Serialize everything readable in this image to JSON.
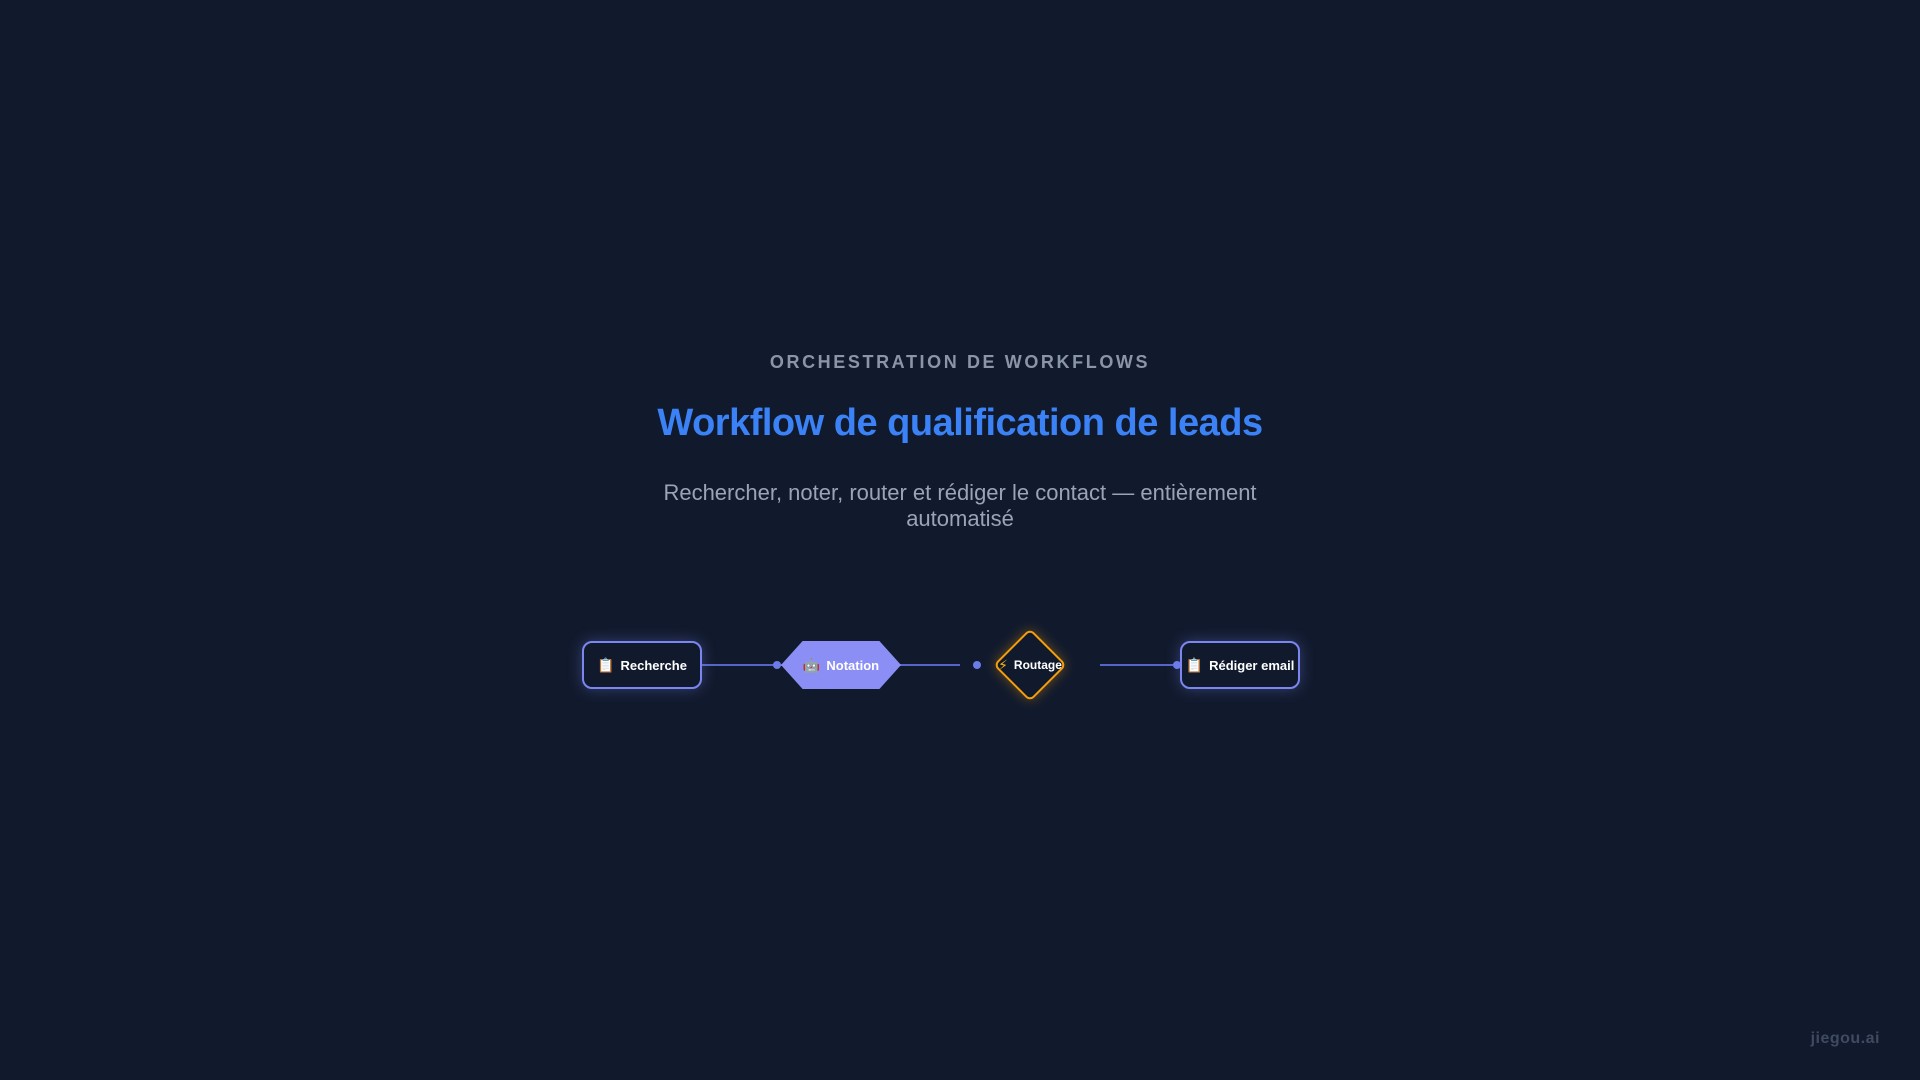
{
  "header": {
    "eyebrow": "ORCHESTRATION DE WORKFLOWS",
    "title": "Workflow de qualification de leads",
    "subtitle": "Rechercher, noter, router et rédiger le contact — entièrement automatisé"
  },
  "workflow": {
    "nodes": [
      {
        "label": "Recherche",
        "icon": "clipboard-icon",
        "shape": "rounded-rectangle"
      },
      {
        "label": "Notation",
        "icon": "robot-icon",
        "shape": "hexagon"
      },
      {
        "label": "Routage",
        "icon": "lightning-icon",
        "shape": "diamond"
      },
      {
        "label": "Rédiger email",
        "icon": "clipboard-icon",
        "shape": "rounded-rectangle"
      }
    ],
    "colors": {
      "node_border": "#7c86f0",
      "hexagon_fill": "#8b8ff5",
      "decision_border": "#f59e0b",
      "connector": "#5865c8"
    }
  },
  "footer": {
    "watermark": "jiegou.ai"
  },
  "colors": {
    "background": "#111a2d",
    "title": "#3b82f6"
  }
}
